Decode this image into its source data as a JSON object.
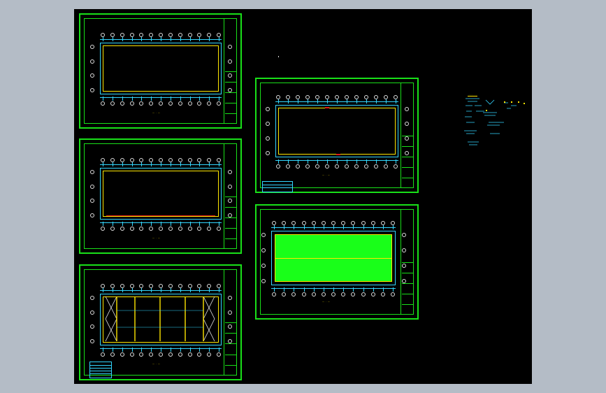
{
  "viewport": {
    "background": "#000000",
    "app_background": "#b4bcc6"
  },
  "colors": {
    "sheet_border": "#19e019",
    "axis": "#33d6ff",
    "wall": "#ffe600",
    "highlight": "#e01919",
    "fill": "#19ff19"
  },
  "sheets": [
    {
      "id": "sheet-1",
      "caption": "— · —",
      "variant": "plain"
    },
    {
      "id": "sheet-2",
      "caption": "— · —",
      "variant": "red-bottom"
    },
    {
      "id": "sheet-3",
      "caption": "— · —",
      "variant": "bracing"
    },
    {
      "id": "sheet-4",
      "caption": "— · —",
      "variant": "red-marks"
    },
    {
      "id": "sheet-5",
      "caption": "— · —",
      "variant": "filled"
    }
  ],
  "detail_panel": {
    "label": "· · ·"
  }
}
